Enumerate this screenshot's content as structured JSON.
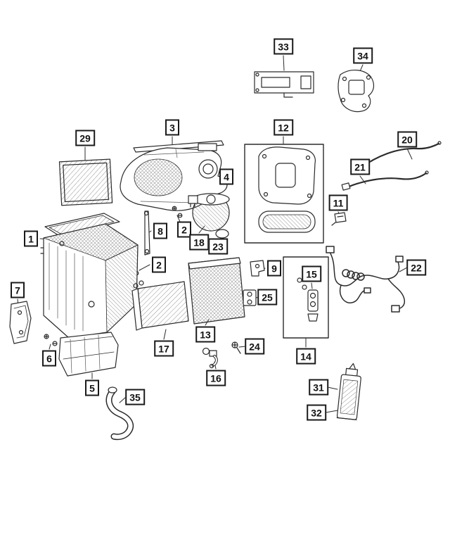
{
  "diagram": {
    "kind": "exploded-parts-diagram",
    "colors": {
      "ink": "#2b2b2b",
      "background": "#ffffff",
      "callout_border": "#1a1a1a"
    },
    "callouts": [
      {
        "label": "33"
      },
      {
        "label": "34"
      },
      {
        "label": "29"
      },
      {
        "label": "3"
      },
      {
        "label": "12"
      },
      {
        "label": "20"
      },
      {
        "label": "21"
      },
      {
        "label": "11"
      },
      {
        "label": "4"
      },
      {
        "label": "8"
      },
      {
        "label": "2"
      },
      {
        "label": "18"
      },
      {
        "label": "23"
      },
      {
        "label": "1"
      },
      {
        "label": "2"
      },
      {
        "label": "9"
      },
      {
        "label": "15"
      },
      {
        "label": "25"
      },
      {
        "label": "22"
      },
      {
        "label": "7"
      },
      {
        "label": "13"
      },
      {
        "label": "17"
      },
      {
        "label": "24"
      },
      {
        "label": "16"
      },
      {
        "label": "6"
      },
      {
        "label": "5"
      },
      {
        "label": "14"
      },
      {
        "label": "35"
      },
      {
        "label": "31"
      },
      {
        "label": "32"
      }
    ]
  }
}
